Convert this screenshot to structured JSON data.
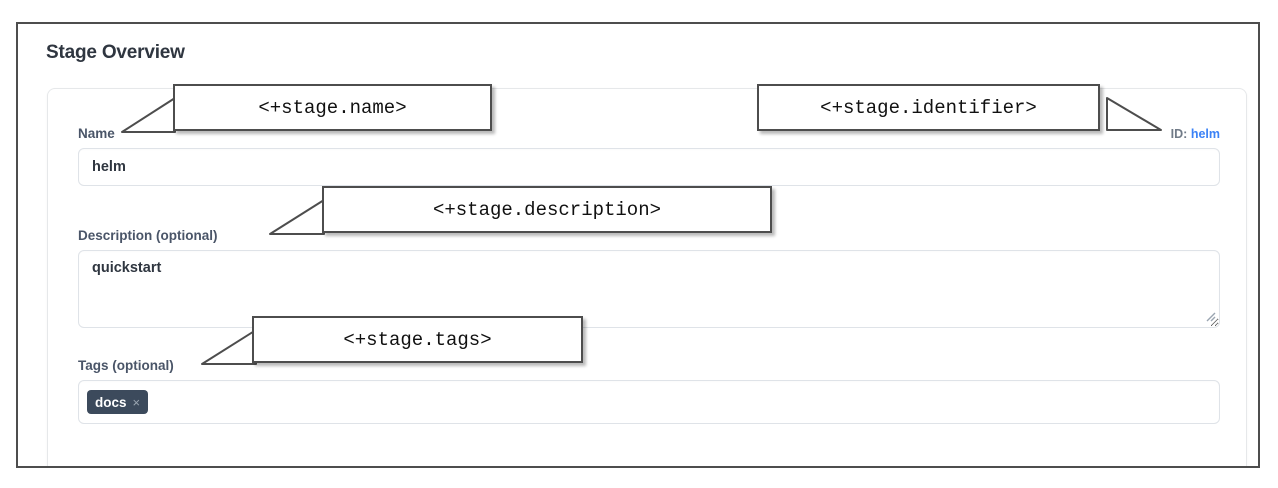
{
  "panel": {
    "title": "Stage Overview"
  },
  "form": {
    "name": {
      "label": "Name",
      "value": "helm",
      "placeholder": ""
    },
    "identifier": {
      "prefix": "ID:",
      "value": "helm"
    },
    "description": {
      "label": "Description (optional)",
      "value": "quickstart",
      "placeholder": ""
    },
    "tags": {
      "label": "Tags (optional)",
      "chips": [
        {
          "label": "docs",
          "remove_glyph": "×"
        }
      ],
      "placeholder": ""
    }
  },
  "callouts": {
    "name": "<+stage.name>",
    "identifier": "<+stage.identifier>",
    "description": "<+stage.description>",
    "tags": "<+stage.tags>"
  },
  "colors": {
    "frame_border": "#4d4d4d",
    "heading": "#2f3640",
    "label": "#4a5568",
    "link_blue": "#3b82f6",
    "chip_bg": "#3c4a5c",
    "input_border": "#dfe3e8"
  }
}
